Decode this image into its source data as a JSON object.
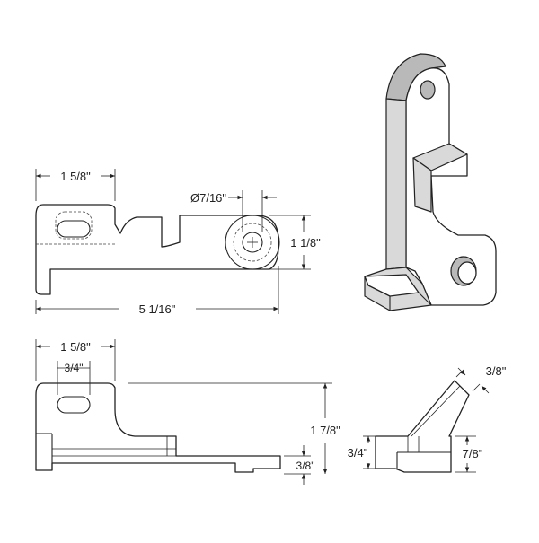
{
  "dimensions": {
    "top_width": "1 5/8\"",
    "hole_dia": "Ø7/16\"",
    "disk_height": "1 1/8\"",
    "overall_length": "5 1/16\"",
    "front_width": "1 5/8\"",
    "slot_width": "3/4\"",
    "overall_height": "1 7/8\"",
    "foot_thickness": "3/8\"",
    "side_top": "3/8\"",
    "side_left": "3/4\"",
    "side_right": "7/8\""
  }
}
